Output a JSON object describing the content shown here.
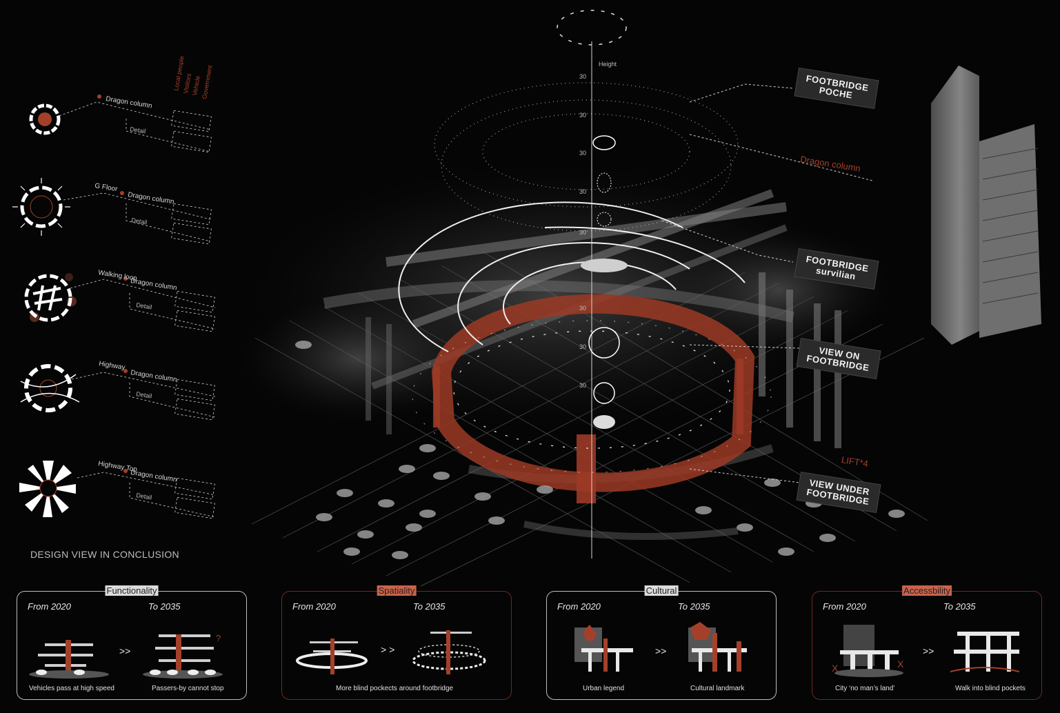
{
  "legend": {
    "categories": [
      "Local people",
      "Visitors",
      "Vehicle",
      "Government"
    ]
  },
  "diagrams": [
    {
      "pre": "",
      "label": "Dragon column",
      "detail": "Detail"
    },
    {
      "pre": "G Floor",
      "label": "Dragon column",
      "detail": "Detail"
    },
    {
      "pre": "Walking loop",
      "label": "Dragon column",
      "detail": "Detail"
    },
    {
      "pre": "Highway",
      "label": "Dragon column",
      "detail": "Detail"
    },
    {
      "pre": "Highway Top",
      "label": "Dragon column",
      "detail": "Detail"
    }
  ],
  "conclusion_title": "DESIGN VIEW IN CONCLUSION",
  "axis": {
    "label": "Height",
    "ticks": [
      "30",
      "30",
      "30",
      "30",
      "30",
      "30",
      "30",
      "30"
    ]
  },
  "tags": {
    "poche": "FOOTBRIDGE POCHE",
    "dragon": "Dragon column",
    "survilian": "FOOTBRIDGE survilian",
    "view_on": "VIEW ON FOOTBRIDGE",
    "lift": "LIFT*4",
    "view_under": "VIEW UNDER FOOTBRIDGE"
  },
  "panels": [
    {
      "title": "Functionality",
      "from": "From 2020",
      "to": "To 2035",
      "caption_from": "Vehicles pass at high speed",
      "caption_to": "Passers-by cannot stop",
      "arrow": ">>"
    },
    {
      "title": "Spatiality",
      "from": "From 2020",
      "to": "To 2035",
      "caption": "More blind pockects around footbridge",
      "arrow": "> >"
    },
    {
      "title": "Cultural",
      "from": "From 2020",
      "to": "To 2035",
      "caption_from": "Urban legend",
      "caption_to": "Cultural landmark",
      "arrow": ">>"
    },
    {
      "title": "Accessbility",
      "from": "From 2020",
      "to": "To 2035",
      "caption_from": "City ‘no man’s land’",
      "caption_to": "Walk into blind pockets",
      "arrow": ">>"
    }
  ],
  "colors": {
    "accent_red": "#a4402a",
    "background": "#050505"
  }
}
